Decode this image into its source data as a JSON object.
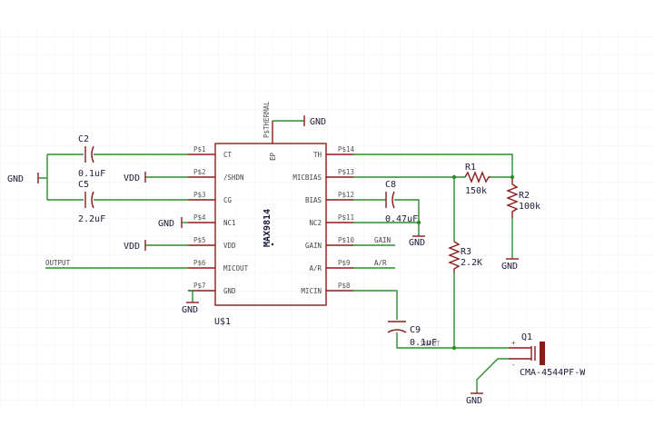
{
  "ic": {
    "refdes": "U$1",
    "part": "MAX9814",
    "top_pin": {
      "name": "EP",
      "num": "P$THERMAL"
    },
    "left_pins": [
      {
        "num": "P$1",
        "name": "CT"
      },
      {
        "num": "P$2",
        "name": "/SHDN"
      },
      {
        "num": "P$3",
        "name": "CG"
      },
      {
        "num": "P$4",
        "name": "NC1"
      },
      {
        "num": "P$5",
        "name": "VDD"
      },
      {
        "num": "P$6",
        "name": "MICOUT"
      },
      {
        "num": "P$7",
        "name": "GND"
      }
    ],
    "right_pins": [
      {
        "num": "P$14",
        "name": "TH"
      },
      {
        "num": "P$13",
        "name": "MICBIAS"
      },
      {
        "num": "P$12",
        "name": "BIAS"
      },
      {
        "num": "P$11",
        "name": "NC2"
      },
      {
        "num": "P$10",
        "name": "GAIN"
      },
      {
        "num": "P$9",
        "name": "A/R"
      },
      {
        "num": "P$8",
        "name": "MICIN"
      }
    ]
  },
  "capacitors": {
    "c2": {
      "ref": "C2",
      "value": "0.1uF"
    },
    "c5": {
      "ref": "C5",
      "value": "2.2uF"
    },
    "c8": {
      "ref": "C8",
      "value": "0.47uF"
    },
    "c9": {
      "ref": "C9",
      "value": "0.1uF"
    }
  },
  "resistors": {
    "r1": {
      "ref": "R1",
      "value": "150k"
    },
    "r2": {
      "ref": "R2",
      "value": "100k"
    },
    "r3": {
      "ref": "R3",
      "value": "2.2K"
    }
  },
  "mic": {
    "ref": "Q1",
    "part": "CMA-4544PF-W",
    "plus": "+",
    "minus": "-"
  },
  "power": {
    "gnd": "GND",
    "vdd": "VDD"
  },
  "nets": {
    "output": "OUTPUT",
    "gain": "GAIN",
    "ar": "A/R",
    "input": "INPUT"
  },
  "colors": {
    "component": "#8b1c1c",
    "wire": "#2d8b2d",
    "text": "#1a1a3a"
  }
}
